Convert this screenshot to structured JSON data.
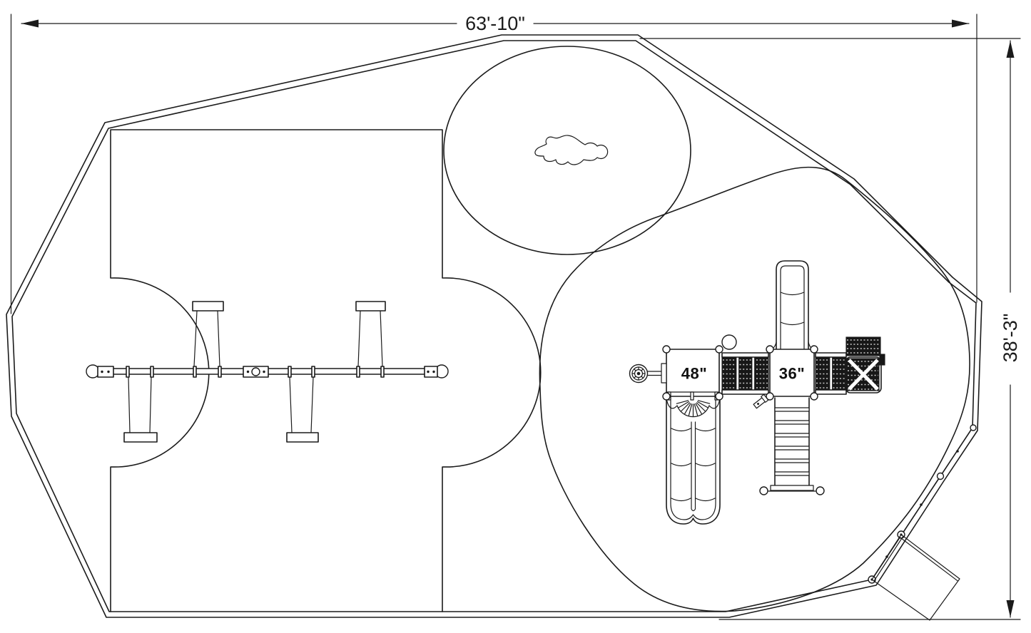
{
  "canvas": {
    "background": "#ffffff",
    "line_color": "#1b1b1b",
    "mesh_color": "#171717"
  },
  "dimensions": {
    "width": {
      "label": "63'-10\""
    },
    "height": {
      "label": "38'-3\""
    }
  },
  "play_structure": {
    "deck_large": {
      "label": "48\""
    },
    "deck_small": {
      "label": "36\""
    }
  }
}
